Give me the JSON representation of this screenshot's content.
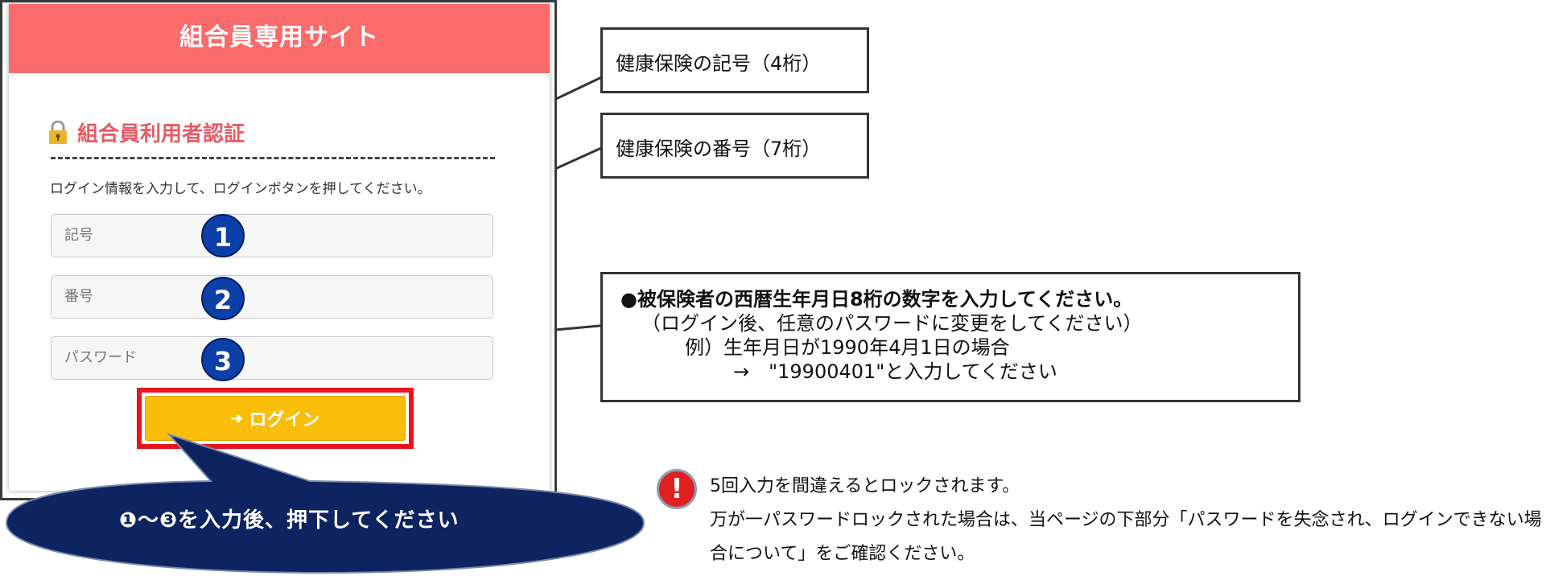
{
  "site_header": "組合員専用サイト",
  "auth": {
    "title": "組合員利用者認証",
    "instruction": "ログイン情報を入力して、ログインボタンを押してください。",
    "fields": {
      "kigou_placeholder": "記号",
      "bangou_placeholder": "番号",
      "password_placeholder": "パスワード"
    },
    "markers": [
      "1",
      "2",
      "3"
    ],
    "login_label": "ログイン"
  },
  "bubble": {
    "text": "❶～❸を入力後、押下してください"
  },
  "callouts": {
    "kigou": "健康保険の記号（4桁）",
    "bangou": "健康保険の番号（7桁）",
    "password": {
      "line1": "●被保険者の西暦生年月日8桁の数字を入力してください。",
      "line2": "（ログイン後、任意のパスワードに変更をしてください）",
      "line3": "例）生年月日が1990年4月1日の場合",
      "line4": "→　\"19900401\"と入力してください"
    }
  },
  "warning": {
    "icon": "!",
    "line1": "5回入力を間違えるとロックされます。",
    "line2": "万が一パスワードロックされた場合は、当ページの下部分「パスワードを失念され、ログインできない場合について」をご確認ください。"
  },
  "colors": {
    "header": "#fa6b6b",
    "title": "#e85a64",
    "marker": "#0c3fa8",
    "login_button": "#f9bd0a",
    "login_outline": "#e8141c",
    "bubble": "#0d2460",
    "warning": "#e02020"
  }
}
